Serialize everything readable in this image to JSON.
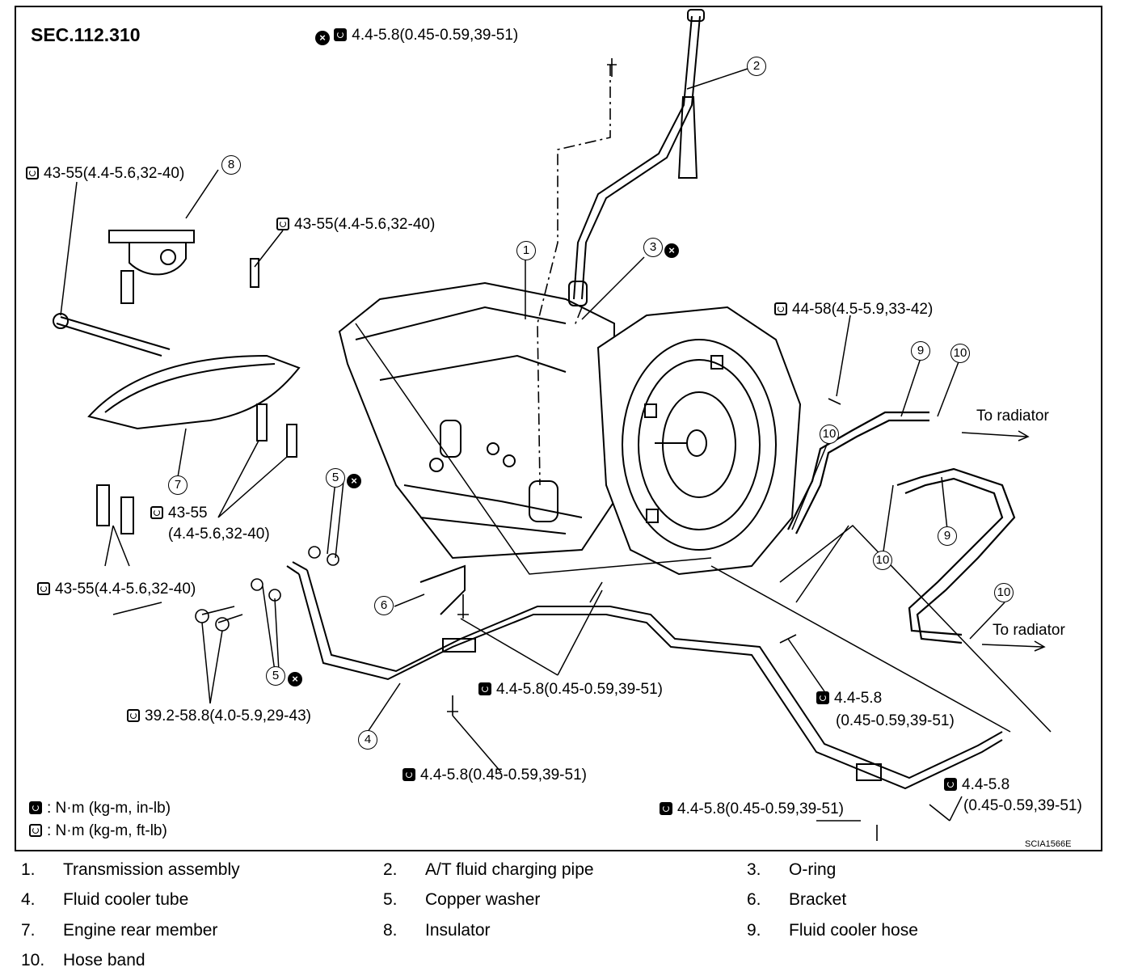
{
  "section": "SEC.112.310",
  "figure_code": "SCIA1566E",
  "torques": {
    "t_top": "4.4-5.8(0.45-0.59,39-51)",
    "t_mount_left": "43-55(4.4-5.6,32-40)",
    "t_mount_right": "43-55(4.4-5.6,32-40)",
    "t_housing": "44-58(4.5-5.9,33-42)",
    "t_member_a": "43-55",
    "t_member_b": "(4.4-5.6,32-40)",
    "t_member_low": "43-55(4.4-5.6,32-40)",
    "t_union": "39.2-58.8(4.0-5.9,29-43)",
    "t_tube_mid": "4.4-5.8(0.45-0.59,39-51)",
    "t_tube_low": "4.4-5.8(0.45-0.59,39-51)",
    "t_tube_right_a": "4.4-5.8",
    "t_tube_right_b": "(0.45-0.59,39-51)",
    "t_tube_end_a": "4.4-5.8",
    "t_tube_end_b": "(0.45-0.59,39-51)",
    "t_tube_bottom": "4.4-5.8(0.45-0.59,39-51)"
  },
  "callouts": {
    "c1": "1",
    "c2": "2",
    "c3": "3",
    "c4": "4",
    "c5a": "5",
    "c5b": "5",
    "c6": "6",
    "c7": "7",
    "c8": "8",
    "c9a": "9",
    "c9b": "9",
    "c10a": "10",
    "c10b": "10",
    "c10c": "10",
    "c10d": "10"
  },
  "replace_mark": "×",
  "to_radiator": "To radiator",
  "units_legend": {
    "inlb": ": N·m (kg-m, in-lb)",
    "ftlb": ": N·m (kg-m, ft-lb)"
  },
  "parts": [
    {
      "num": "1.",
      "name": "Transmission assembly"
    },
    {
      "num": "2.",
      "name": "A/T fluid charging pipe"
    },
    {
      "num": "3.",
      "name": "O-ring"
    },
    {
      "num": "4.",
      "name": "Fluid cooler tube"
    },
    {
      "num": "5.",
      "name": "Copper washer"
    },
    {
      "num": "6.",
      "name": "Bracket"
    },
    {
      "num": "7.",
      "name": "Engine rear member"
    },
    {
      "num": "8.",
      "name": "Insulator"
    },
    {
      "num": "9.",
      "name": "Fluid cooler hose"
    },
    {
      "num": "10.",
      "name": "Hose band"
    }
  ]
}
